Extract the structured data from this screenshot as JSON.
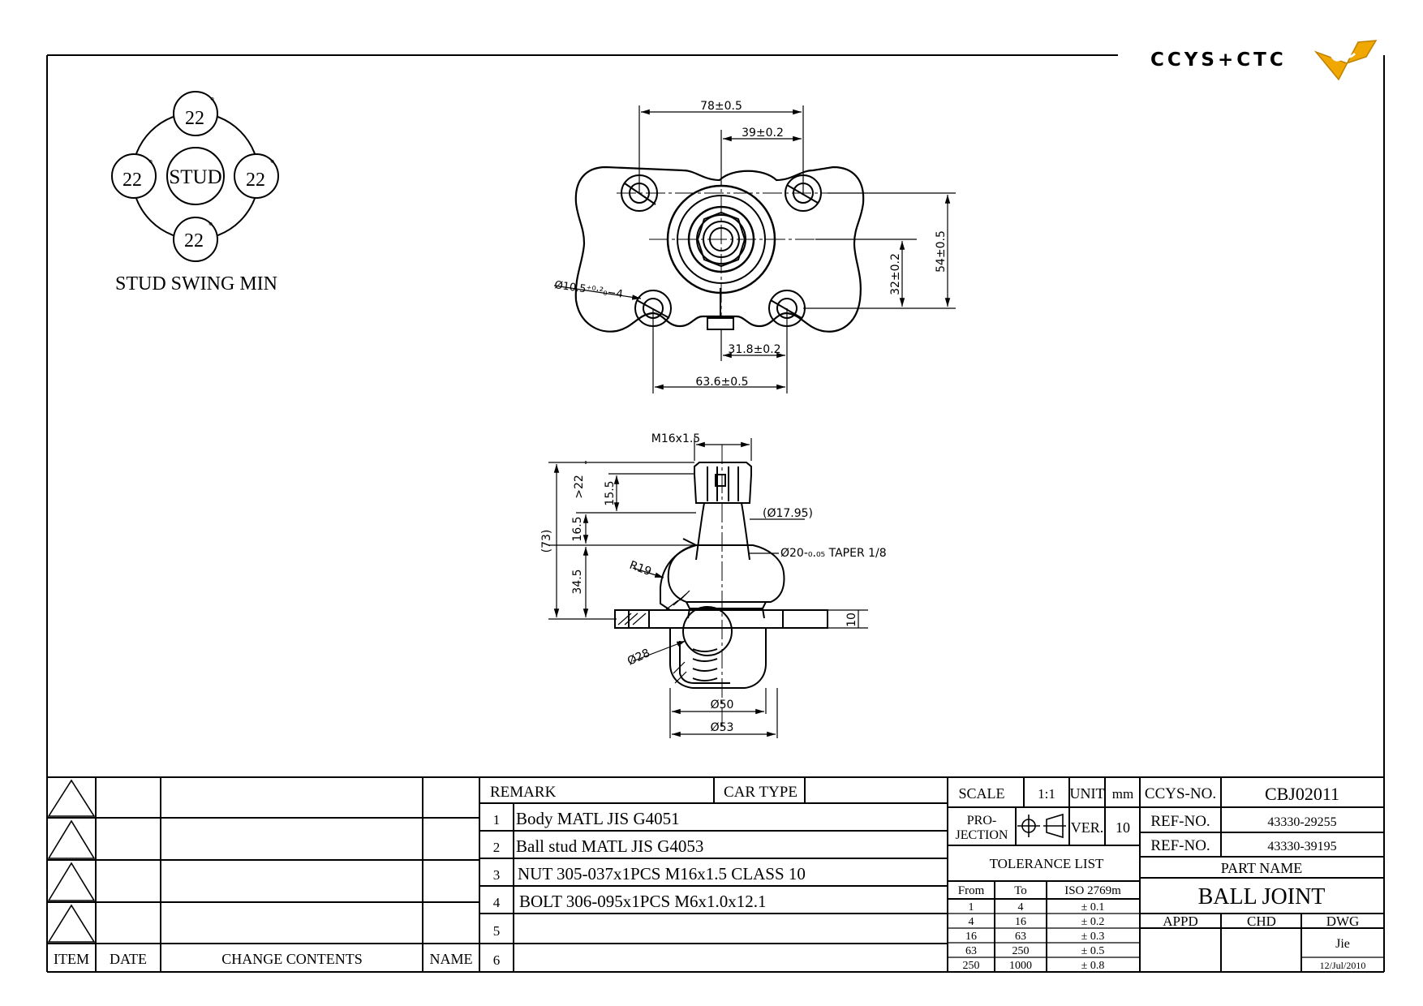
{
  "logo": {
    "text": "CCYS+CTC",
    "accent": "#f0a800"
  },
  "stud_swing": {
    "center": "STUD",
    "angles": [
      "22",
      "22",
      "22",
      "22"
    ],
    "deg": "°",
    "caption": "STUD SWING MIN"
  },
  "top_view_dims": {
    "width_outer": "78±0.5",
    "width_half": "39±0.2",
    "height_outer": "54±0.5",
    "height_half": "32±0.2",
    "hole": "Ø10.5⁺⁰·²₀−4",
    "bottom_half": "31.8±0.2",
    "bottom_outer": "63.6±0.5"
  },
  "side_view_dims": {
    "thread": "M16x1.5",
    "overall": "(73)",
    "h22": ">22",
    "h15": "15.5",
    "h16": "16.5",
    "h34": "34.5",
    "shank": "(Ø17.95)",
    "taper": "Ø20-₀.₀₅ TAPER 1/8",
    "radius": "R19",
    "ball": "Ø28",
    "thickness": "10",
    "d50": "Ø50",
    "d53": "Ø53"
  },
  "revision_block": {
    "headers": {
      "item": "ITEM",
      "date": "DATE",
      "change": "CHANGE CONTENTS",
      "name": "NAME"
    }
  },
  "remarks": {
    "header": "REMARK",
    "car_type": "CAR TYPE",
    "rows": [
      {
        "no": "1",
        "text": "Body MATL JIS G4051"
      },
      {
        "no": "2",
        "text": "Ball stud MATL JIS G4053"
      },
      {
        "no": "3",
        "text": "NUT 305-037x1PCS M16x1.5 CLASS 10"
      },
      {
        "no": "4",
        "text": "BOLT 306-095x1PCS M6x1.0x12.1"
      },
      {
        "no": "5",
        "text": ""
      },
      {
        "no": "6",
        "text": ""
      }
    ]
  },
  "title_block": {
    "scale_label": "SCALE",
    "scale": "1:1",
    "unit_label": "UNIT",
    "unit": "mm",
    "projection_label_1": "PRO-",
    "projection_label_2": "JECTION",
    "ver_label": "VER.",
    "ver": "10",
    "tolerance_title": "TOLERANCE LIST",
    "tol_headers": {
      "from": "From",
      "to": "To",
      "iso": "ISO 2769m"
    },
    "tolerances": [
      {
        "from": "1",
        "to": "4",
        "tol": "± 0.1"
      },
      {
        "from": "4",
        "to": "16",
        "tol": "± 0.2"
      },
      {
        "from": "16",
        "to": "63",
        "tol": "± 0.3"
      },
      {
        "from": "63",
        "to": "250",
        "tol": "± 0.5"
      },
      {
        "from": "250",
        "to": "1000",
        "tol": "± 0.8"
      }
    ],
    "ccys_label": "CCYS-NO.",
    "ccys_no": "CBJ02011",
    "ref_label": "REF-NO.",
    "ref_no_1": "43330-29255",
    "ref_no_2": "43330-39195",
    "part_name_label": "PART NAME",
    "part_name": "BALL JOINT",
    "appd": "APPD",
    "chd": "CHD",
    "dwg": "DWG",
    "drawer": "Jie",
    "date": "12/Jul/2010"
  }
}
